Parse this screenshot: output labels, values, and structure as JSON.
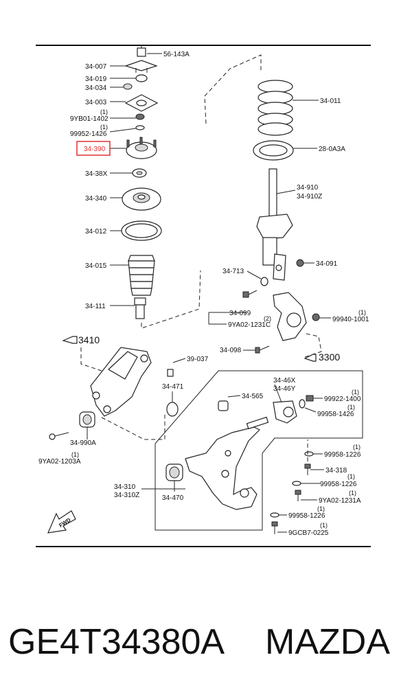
{
  "diagram": {
    "callouts": {
      "c56_143A": "56-143A",
      "c34_007": "34-007",
      "c34_019": "34-019",
      "c34_034": "34-034",
      "c34_003": "34-003",
      "c9YB01_1402": "9YB01-1402",
      "c99952_1426": "99952-1426",
      "c34_390": "34-390",
      "c34_38X": "34-38X",
      "c34_340": "34-340",
      "c34_012": "34-012",
      "c34_015": "34-015",
      "c34_111": "34-111",
      "c34_011": "34-011",
      "c28_0A3A": "28-0A3A",
      "c34_910": "34-910",
      "c34_910Z": "34-910Z",
      "c34_713": "34-713",
      "c34_091": "34-091",
      "c34_099": "34-099",
      "c9YA02_1231C": "9YA02-1231C",
      "c99940_1001": "99940-1001",
      "c34_098": "34-098",
      "c3300": "3300",
      "c3410": "3410",
      "c39_037": "39-037",
      "c34_471": "34-471",
      "c34_565": "34-565",
      "c34_46X": "34-46X",
      "c34_46Y": "34-46Y",
      "c99922_1400": "99922-1400",
      "c99958_1426": "99958-1426",
      "c34_990A": "34-990A",
      "c9YA02_1203A": "9YA02-1203A",
      "c99958_1226_a": "99958-1226",
      "c34_318": "34-318",
      "c99958_1226_b": "99958-1226",
      "c9YA02_1231A": "9YA02-1231A",
      "c34_310": "34-310",
      "c34_310Z": "34-310Z",
      "c34_470": "34-470",
      "c99958_1226_c": "99958-1226",
      "c9GCB7_0225": "9GCB7-0225"
    },
    "qty": {
      "q1": "(1)",
      "q2": "(2)"
    },
    "fwd_label": "FWD",
    "highlight_color": "#e03030"
  },
  "footer": {
    "part_number": "GE4T34380A",
    "brand": "MAZDA"
  }
}
